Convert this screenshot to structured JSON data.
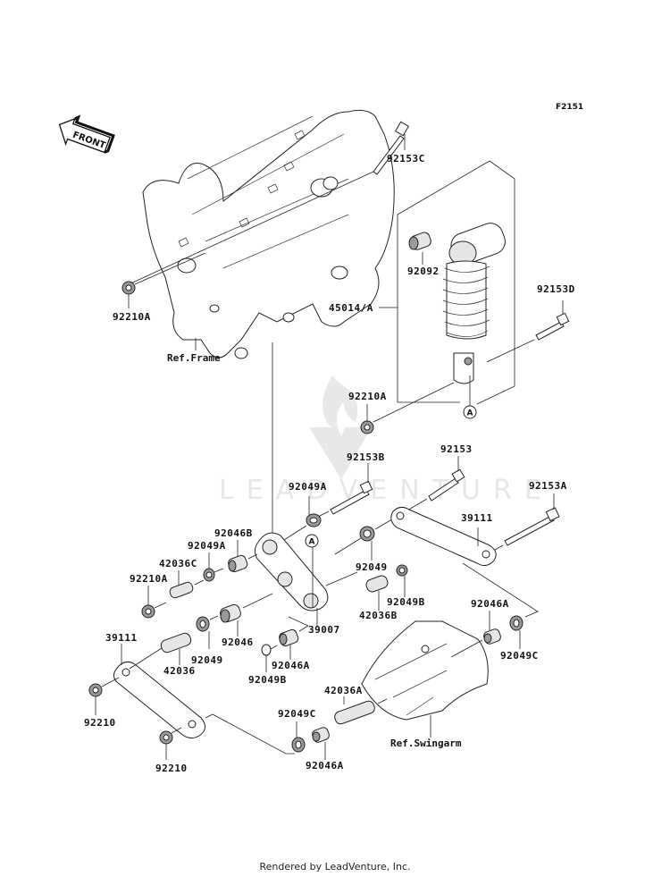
{
  "figure_code": "F2151",
  "front_indicator": "FRONT",
  "watermark": "LEADVENTURE",
  "footer": "Rendered by LeadVenture, Inc.",
  "reference_marker": "A",
  "refs": {
    "frame": "Ref.Frame",
    "swingarm": "Ref.Swingarm"
  },
  "labels": {
    "top_bolt": "92153C",
    "nut_left_top": "92210A",
    "shock_bushing": "92092",
    "shock_assembly": "45014/A",
    "shock_lower_bolt": "92153D",
    "shock_nut": "92210A",
    "bolt_mid_b": "92153B",
    "bolt_mid": "92153",
    "seal_a": "92049A",
    "bolt_a": "92153A",
    "rod_right": "39111",
    "bearing_b": "92046B",
    "seal_a2": "92049A",
    "collar_c": "42036C",
    "nut_left_mid": "92210A",
    "seal_mid": "92049",
    "seal_b_right": "92049B",
    "collar_b": "42036B",
    "rocker_arm": "39007",
    "rod_left": "39111",
    "bearing": "92046",
    "seal_lower": "92049",
    "collar": "42036",
    "bearing_a_left": "92046A",
    "seal_b_left": "92049B",
    "nut_rod_upper": "92210",
    "nut_rod_lower": "92210",
    "bearing_a_right": "92046A",
    "seal_c_right": "92049C",
    "collar_a": "42036A",
    "seal_c_bottom": "92049C",
    "bearing_a_bottom": "92046A"
  }
}
